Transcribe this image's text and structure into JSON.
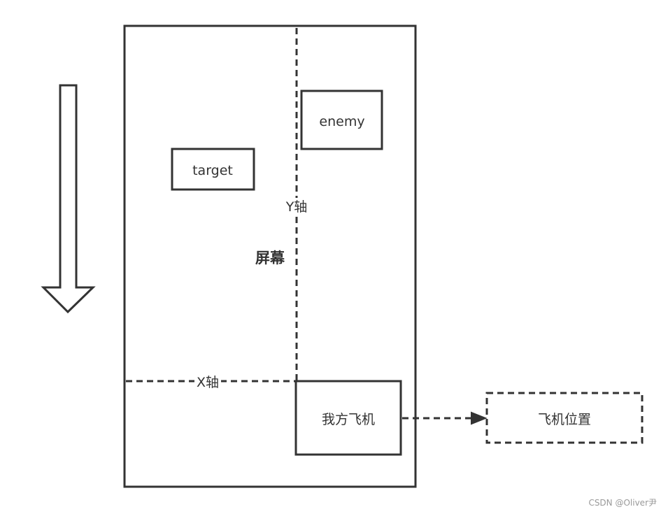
{
  "diagram": {
    "screen_label": "屏幕",
    "target_label": "target",
    "enemy_label": "enemy",
    "y_axis_label": "Y轴",
    "x_axis_label": "X轴",
    "player_label": "我方飞机",
    "position_label": "飞机位置",
    "watermark": "CSDN @Oliver尹"
  },
  "colors": {
    "stroke": "#333333",
    "background": "#ffffff"
  }
}
